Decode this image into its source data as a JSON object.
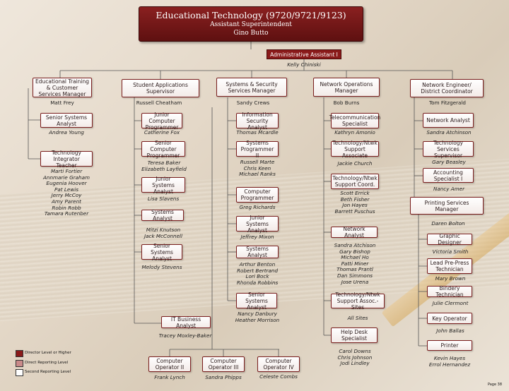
{
  "header": {
    "title": "Educational Technology (9720/9721/9123)",
    "subtitle": "Assistant Superintendent",
    "name": "Gino Butto"
  },
  "admin": {
    "title": "Administrative Assistant I",
    "name": "Kelly Chiniski"
  },
  "columns": {
    "c1": {
      "title": "Educational Training & Customer Services Manager",
      "name": "Matt Frey",
      "b1": "Senior Systems Analyst",
      "b1_names": "Andrea Young",
      "b2": "Technology Integrator Teacher",
      "b2_names": [
        "Marti Fortier",
        "Annmarie Graham",
        "Eugenia Hoover",
        "Pat Lewis",
        "Jerry McCoy",
        "Amy Parent",
        "Robin Robb",
        "Tamara Rutenber"
      ]
    },
    "c2": {
      "title": "Student Applications Supervisor",
      "name": "Russell Cheatham",
      "b1": "Junior Computer Programmer",
      "b1_names": "Catherine Fox",
      "b2": "Senior Computer Programmer",
      "b2_names": [
        "Teresa Baker",
        "Elizabeth Layfield"
      ],
      "b3": "Junior Systems Analyst",
      "b3_names": "Lisa Slavens",
      "b4": "Systems Analyst",
      "b4_names": [
        "Mitzi Knutson",
        "Jack McConnell"
      ],
      "b5": "Senior Systems Analyst",
      "b5_names": "Melody Stevens",
      "b6": "IT Business Analyst",
      "b6_names": "Tracey Moxley-Baker"
    },
    "c3": {
      "title": "Systems & Security Services Manager",
      "name": "Sandy Crews",
      "b1": "Information Security Analyst",
      "b1_names": "Thomas Mcardle",
      "b2": "Systems Programmer II",
      "b2_names": [
        "Russell Marte",
        "Chris Keen",
        "Michael Ranks"
      ],
      "b3": "Computer Programmer",
      "b3_names": "Greg Richards",
      "b4": "Junior Systems Analyst",
      "b4_names": "Jeffrey Mixon",
      "b5": "Systems Analyst",
      "b5_names": [
        "Arthur Benton",
        "Robert Bertrand",
        "Lori Bock",
        "Rhonda Robbins"
      ],
      "b6": "Senior Systems Analyst",
      "b6_names": [
        "Nancy Danbury",
        "Heather Morrison"
      ]
    },
    "c4": {
      "title": "Network Operations Manager",
      "name": "Bob Burns",
      "b1": "Telecommunication Specialist",
      "b1_names": "Kathryn Amonio",
      "b2": "Technology/Ntwk Support Associate",
      "b2_names": "Jackie Church",
      "b3": "Technology/Ntwk Support Coord.",
      "b3_names": [
        "Scott Errick",
        "Beth Fisher",
        "Jon Hayes",
        "Barrett Puschus"
      ],
      "b4": "Network Analyst",
      "b4_names": [
        "Sandra Atchison",
        "Gary Bishop",
        "Michael Ho",
        "Patti Miner",
        "Thomas Prantl",
        "Dan Simmons",
        "Jose Urena"
      ],
      "b5": "Technology/Ntwk Support Assoc.-Sites",
      "b5_names": "All Sites",
      "b6": "Help Desk Specialist",
      "b6_names": [
        "Carol Downs",
        "Chris Johnson",
        "Jodi Lindley"
      ]
    },
    "c5": {
      "title": "Network Engineer/ District Coordinator",
      "name": "Tom Fitzgerald",
      "b1": "Network Analyst",
      "b1_names": "Sandra Atchinson",
      "b2": "Technology Services Supervisor",
      "b2_names": "Gary Beasley",
      "b3": "Accounting Specialist I",
      "b3_names": "Nancy Amer",
      "b4": "Printing Services Manager",
      "b4_names": "Daren Bolton",
      "b5": "Graphic Designer",
      "b5_names": "Victoria Smith",
      "b6": "Lead Pre-Press Technician",
      "b6_names": "Mary Brown",
      "b7": "Bindery Technician",
      "b7_names": "Julie Clermont",
      "b8": "Key Operator",
      "b8_names": "John Ballas",
      "b9": "Printer",
      "b9_names": [
        "Kevin Hayes",
        "Errol Hernandez"
      ]
    }
  },
  "operators": {
    "o1": "Computer Operator II",
    "o1_name": "Frank Lynch",
    "o2": "Computer Operator III",
    "o2_name": "Sandra Phipps",
    "o3": "Computer Operator IV",
    "o3_name": "Celeste Combs"
  },
  "legend": {
    "l1": "Director Level or Higher",
    "l1_color": "#8a1a1a",
    "l2": "Direct Reporting Level",
    "l2_color": "#c98a8a",
    "l3": "Second Reporting Level",
    "l3_color": "#ffffff"
  },
  "page": "Page 38"
}
